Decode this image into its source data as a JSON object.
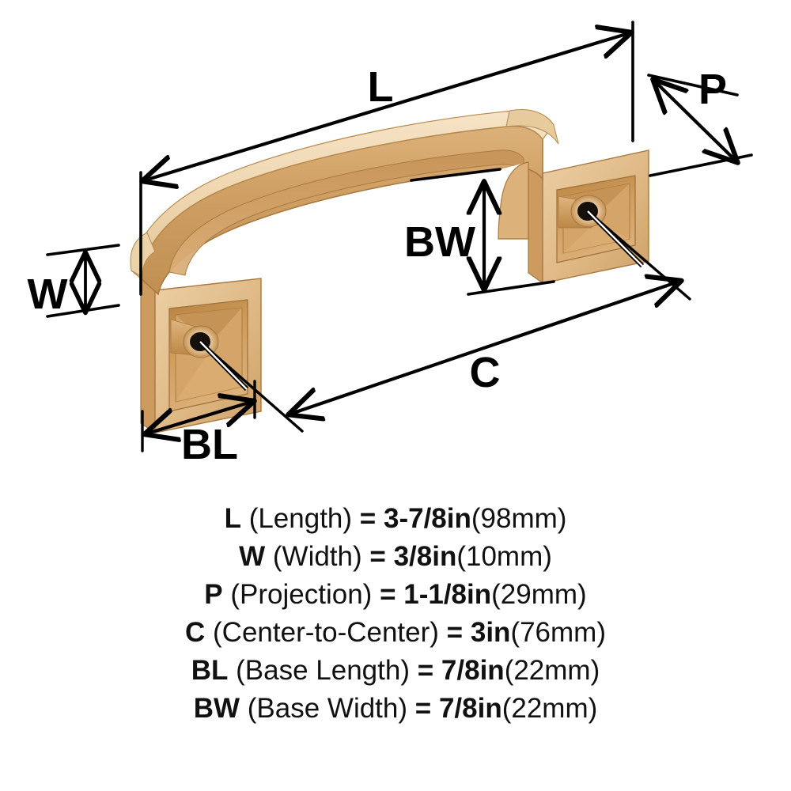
{
  "product": {
    "type": "cabinet-pull-handle-dimension-diagram",
    "finish_color": "#d8a86a"
  },
  "diagram": {
    "labels": {
      "L": "L",
      "W": "W",
      "P": "P",
      "C": "C",
      "BL": "BL",
      "BW": "BW"
    },
    "colors": {
      "gold_light": "#f0d6ad",
      "gold_mid": "#dcb27a",
      "gold_dark": "#c8965a",
      "gold_deep": "#b07f45",
      "gold_shadow": "#9c6e3a",
      "line": "#000000",
      "background": "#ffffff",
      "hole": "#1d1208"
    }
  },
  "legend": {
    "lines": [
      {
        "symbol": "L",
        "description": "(Length)",
        "equals": "=",
        "value": "3-7/8in",
        "metric": "(98mm)"
      },
      {
        "symbol": "W",
        "description": "(Width)",
        "equals": "=",
        "value": "3/8in",
        "metric": "(10mm)"
      },
      {
        "symbol": "P",
        "description": "(Projection)",
        "equals": "=",
        "value": "1-1/8in",
        "metric": "(29mm)"
      },
      {
        "symbol": "C",
        "description": "(Center-to-Center)",
        "equals": "=",
        "value": "3in",
        "metric": "(76mm)"
      },
      {
        "symbol": "BL",
        "description": "(Base Length)",
        "equals": "=",
        "value": "7/8in",
        "metric": "(22mm)"
      },
      {
        "symbol": "BW",
        "description": "(Base Width)",
        "equals": "=",
        "value": "7/8in",
        "metric": "(22mm)"
      }
    ]
  }
}
